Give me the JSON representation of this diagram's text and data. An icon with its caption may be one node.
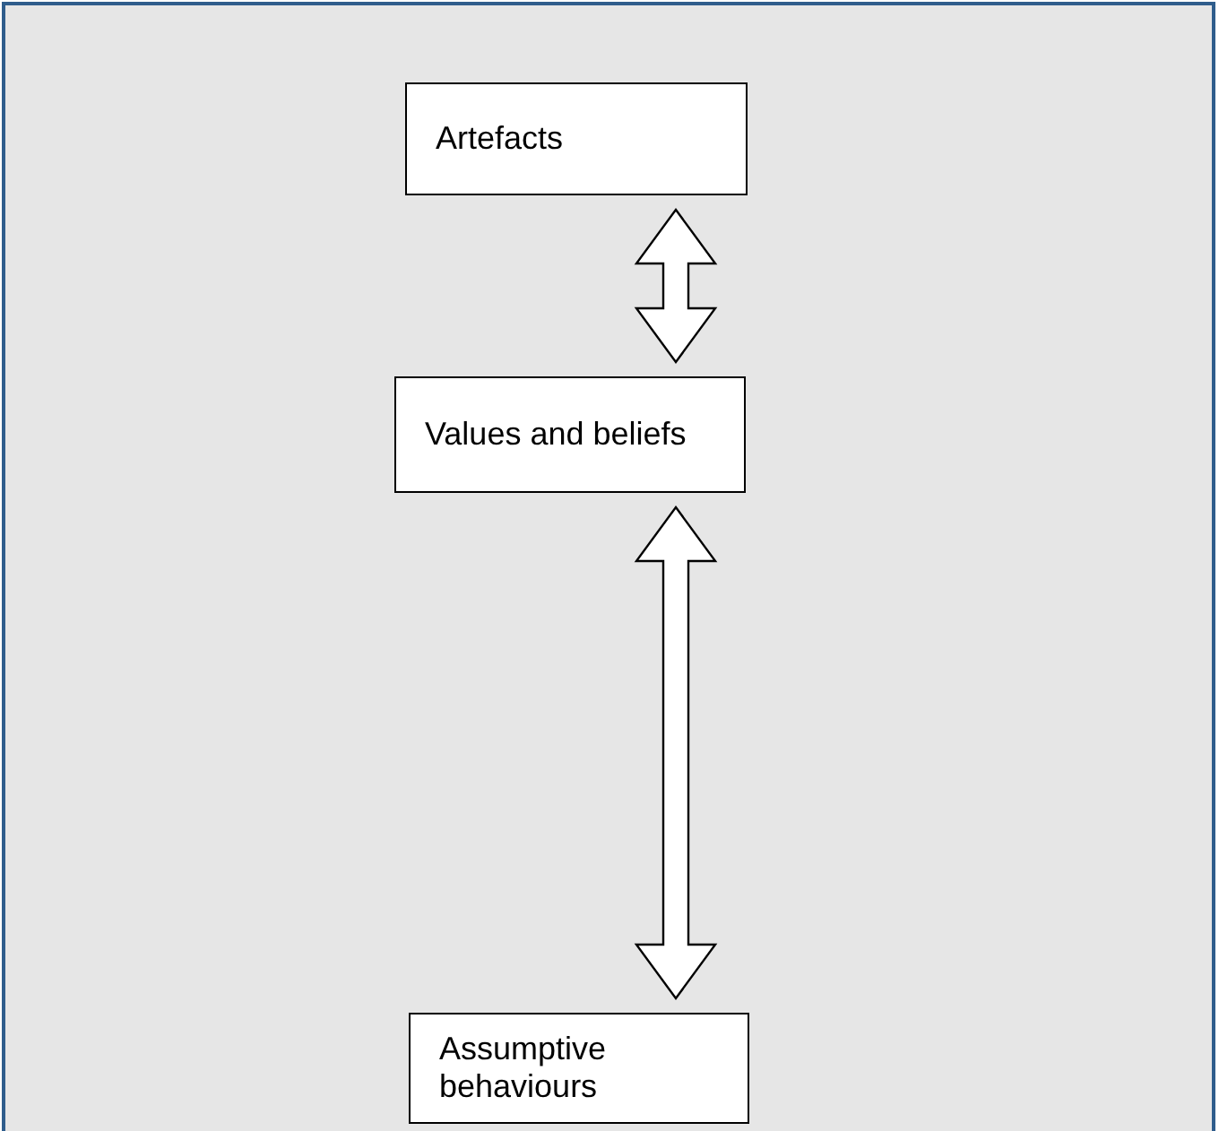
{
  "diagram": {
    "nodes": [
      {
        "text": [
          "Artefacts"
        ]
      },
      {
        "text": [
          "Values and beliefs"
        ]
      },
      {
        "text": [
          "Assumptive behaviours"
        ]
      }
    ],
    "edges": [
      {
        "from": 0,
        "to": 1,
        "arrow": "both"
      },
      {
        "from": 1,
        "to": 2,
        "arrow": "both"
      }
    ]
  }
}
